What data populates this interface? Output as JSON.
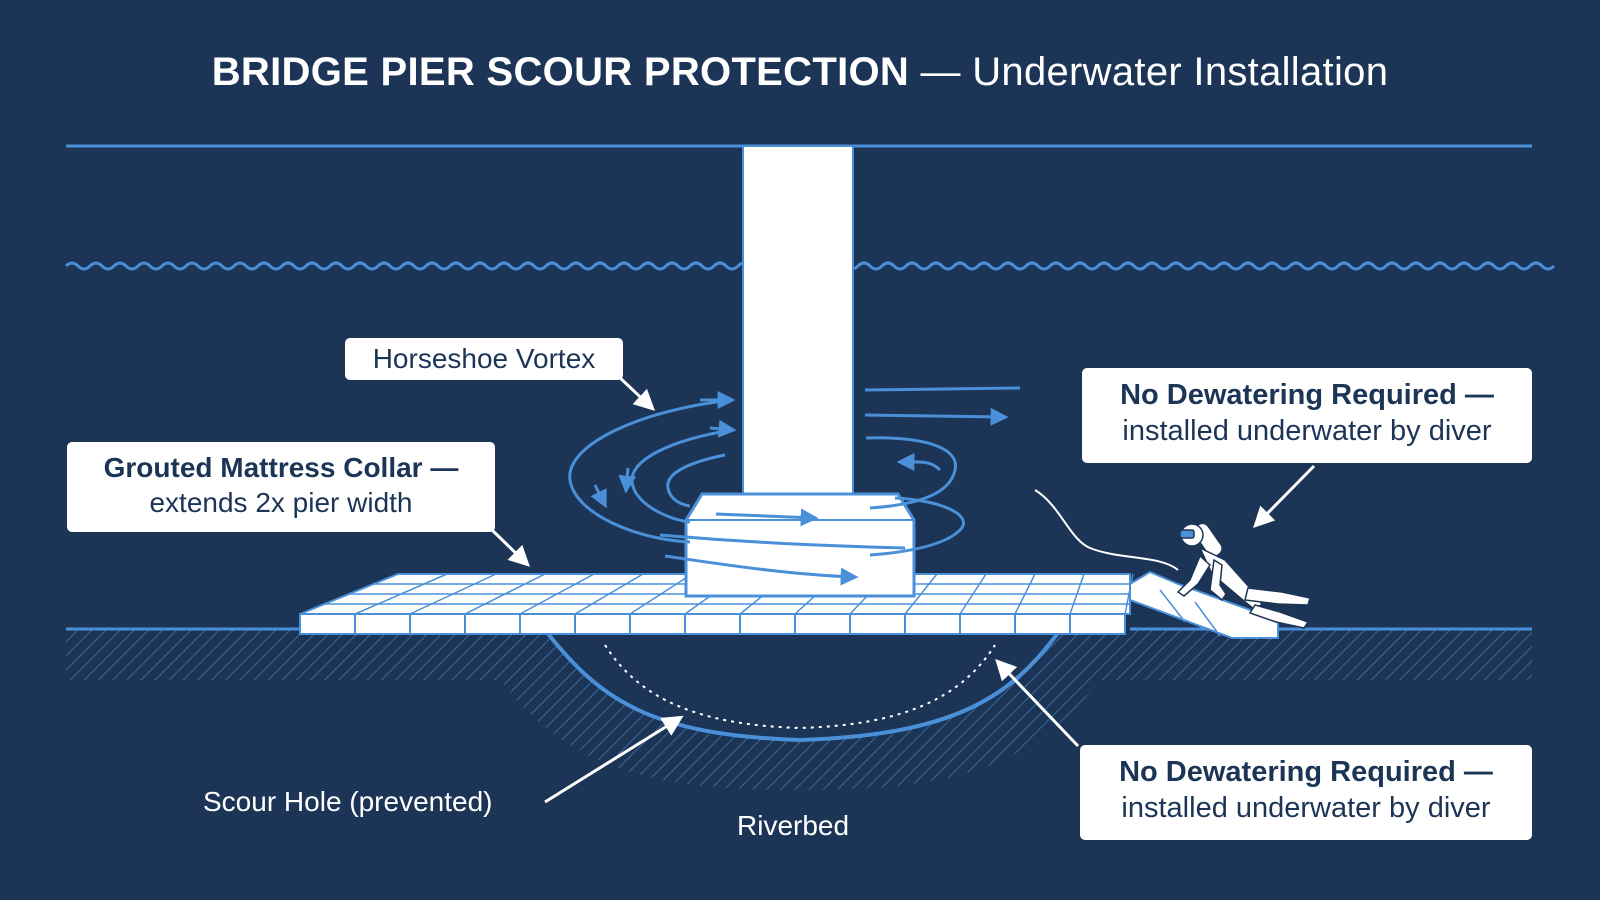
{
  "title": {
    "bold": "BRIDGE PIER SCOUR PROTECTION",
    "rest": " — Underwater Installation"
  },
  "labels": {
    "horseshoe_vortex": "Horseshoe Vortex",
    "collar_line1": "Grouted Mattress Collar —",
    "collar_line2": "extends 2x pier width",
    "dewater_top_line1": "No Dewatering Required —",
    "dewater_top_line2": "installed underwater by diver",
    "dewater_bottom_line1": "No Dewatering Required —",
    "dewater_bottom_line2": "installed underwater by diver",
    "scour_hole": "Scour Hole (prevented)",
    "riverbed": "Riverbed"
  },
  "colors": {
    "background": "#1c3556",
    "accent": "#4a90d9",
    "line": "#ffffff"
  },
  "icons": [
    "diver-icon",
    "arrow-icon",
    "vortex-flow-icon"
  ]
}
